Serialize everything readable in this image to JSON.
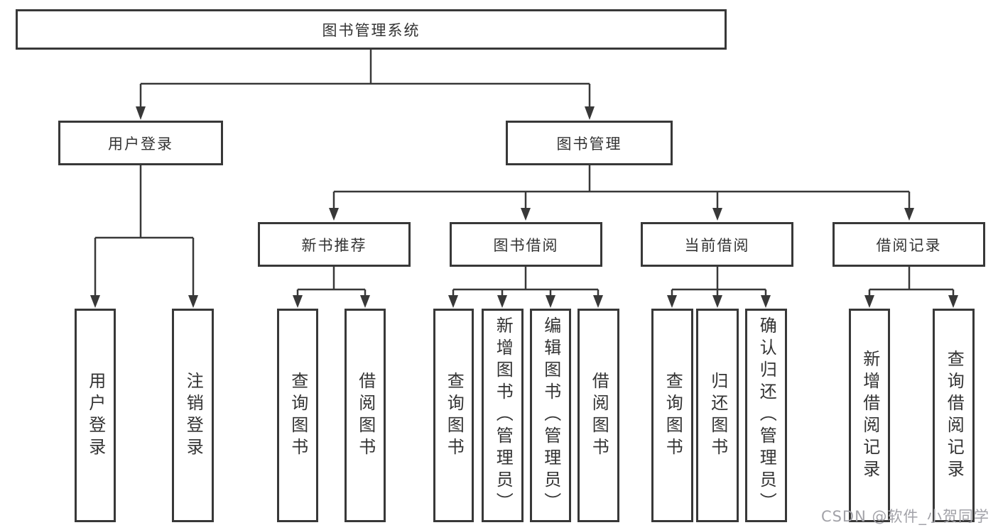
{
  "tree": {
    "root": {
      "label": "图书管理系统",
      "children": [
        {
          "label": "用户登录",
          "children": [
            {
              "label": "用户登录"
            },
            {
              "label": "注销登录"
            }
          ]
        },
        {
          "label": "图书管理",
          "children": [
            {
              "label": "新书推荐",
              "children": [
                {
                  "label": "查询图书"
                },
                {
                  "label": "借阅图书"
                }
              ]
            },
            {
              "label": "图书借阅",
              "children": [
                {
                  "label": "查询图书"
                },
                {
                  "label": "新增图书（管理员）"
                },
                {
                  "label": "编辑图书（管理员）"
                },
                {
                  "label": "借阅图书"
                }
              ]
            },
            {
              "label": "当前借阅",
              "children": [
                {
                  "label": "查询图书"
                },
                {
                  "label": "归还图书"
                },
                {
                  "label": "确认归还（管理员）"
                }
              ]
            },
            {
              "label": "借阅记录",
              "children": [
                {
                  "label": "新增借阅记录"
                },
                {
                  "label": "查询借阅记录"
                }
              ]
            }
          ]
        }
      ]
    }
  },
  "watermark": {
    "text": "CSDN @软件_小贺同学"
  },
  "colors": {
    "line": "#383838",
    "text": "#333333",
    "background": "#ffffff",
    "watermark": "#a2a2a8"
  }
}
